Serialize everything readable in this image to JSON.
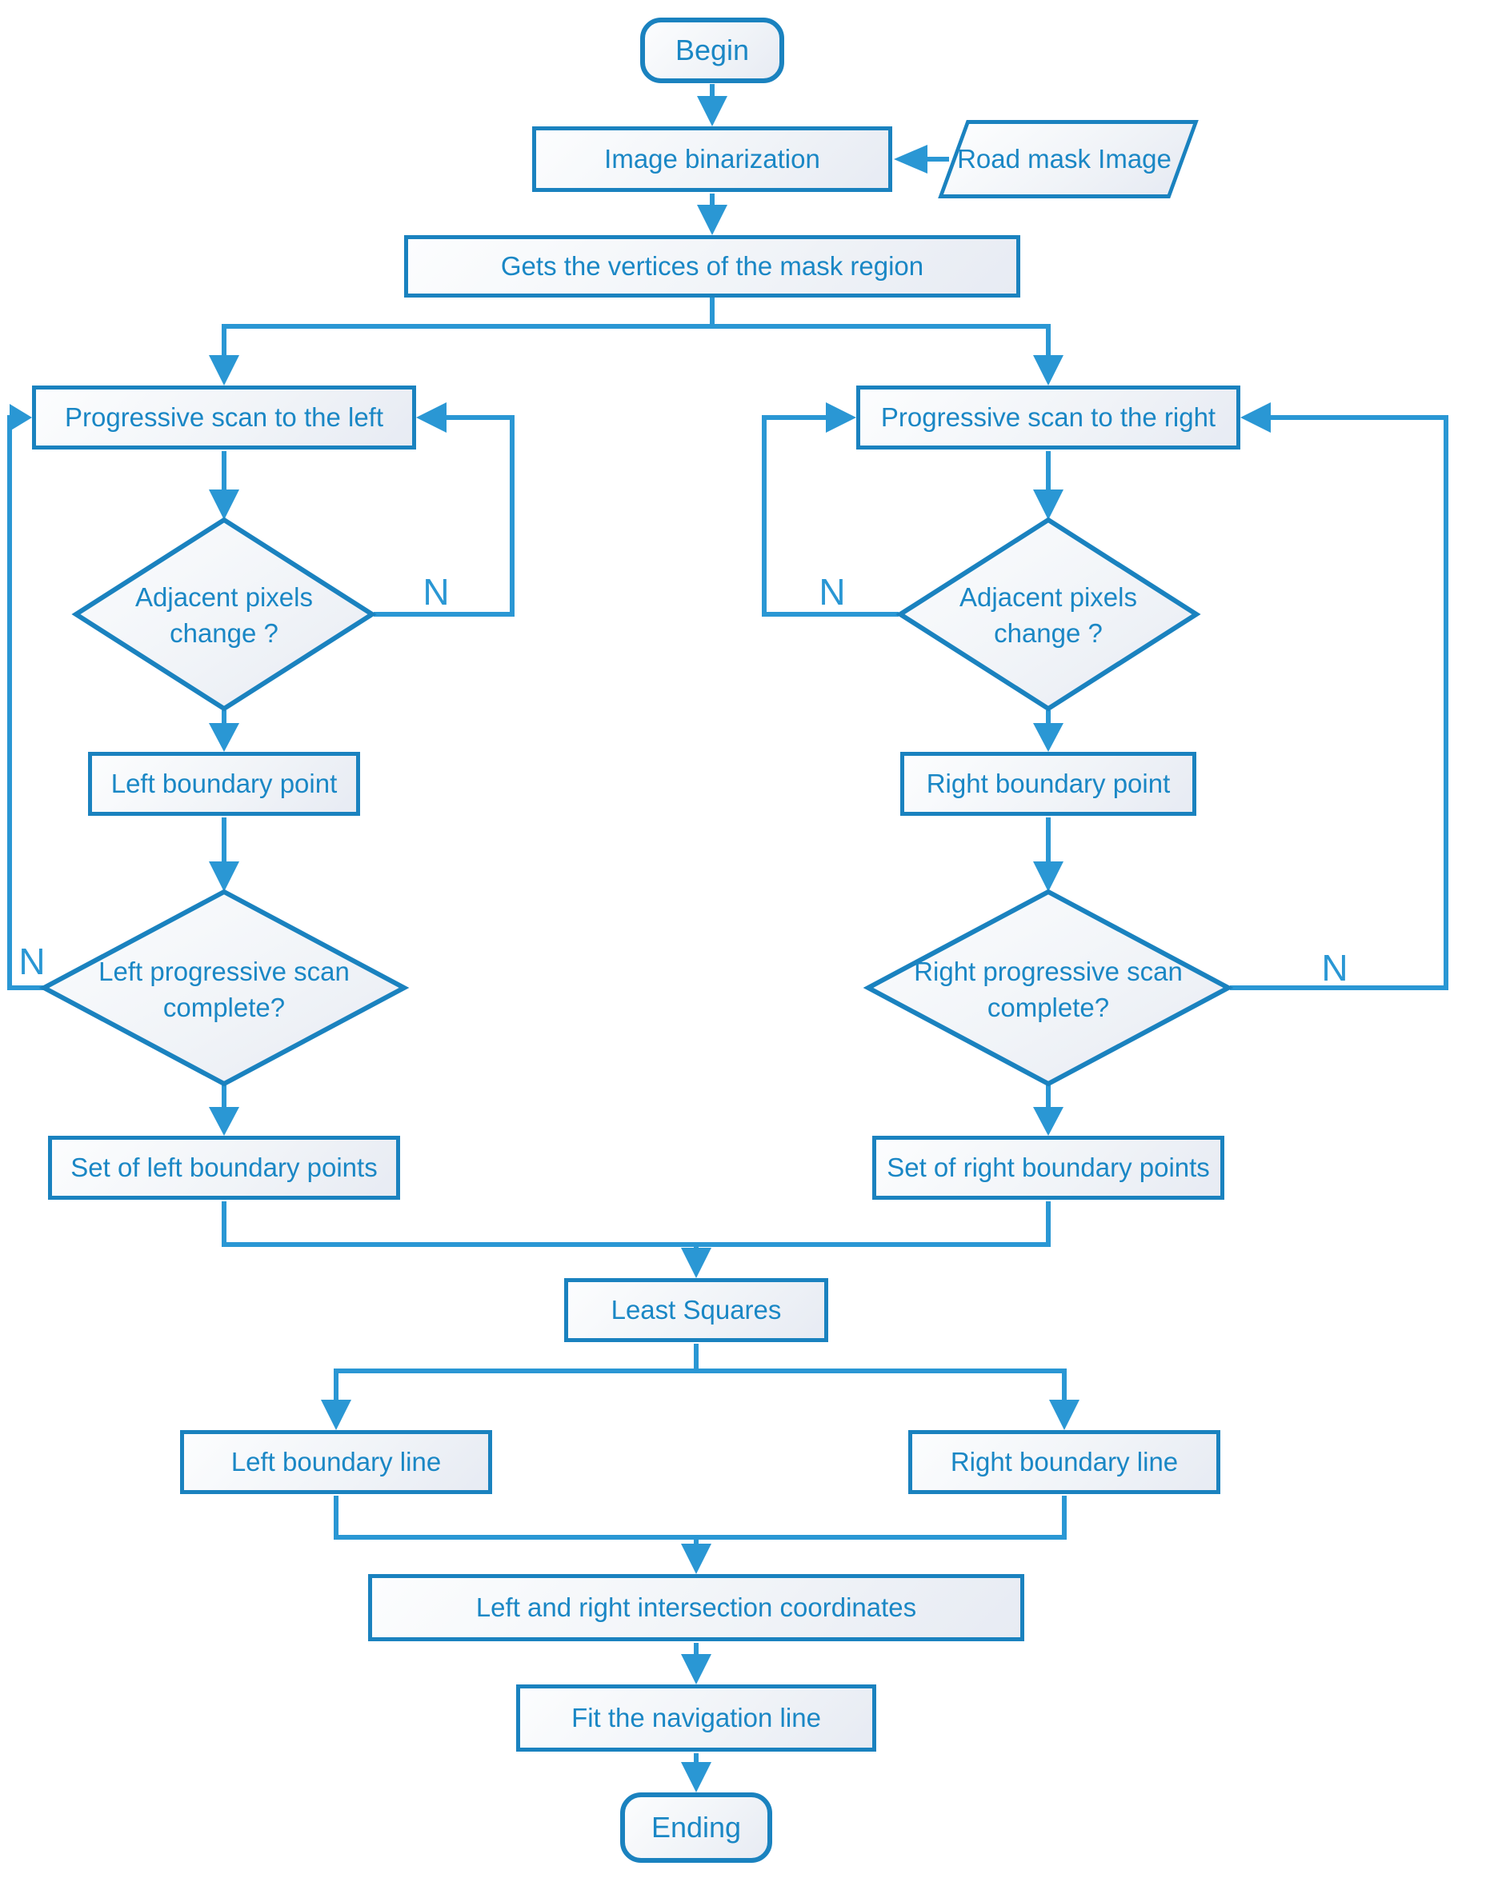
{
  "colors": {
    "border": "#1a82bf",
    "connector": "#2a97d4",
    "text": "#1a87c5",
    "fill_light": "#fcfdfe",
    "fill_dark": "#e7ebf3"
  },
  "labels": {
    "no_branch": "N"
  },
  "nodes": {
    "begin": {
      "label": "Begin",
      "shape": "rounded"
    },
    "image_binarization": {
      "label": "Image binarization",
      "shape": "rect"
    },
    "road_mask_image": {
      "label": "Road mask Image",
      "shape": "parallelogram"
    },
    "gets_vertices": {
      "label": "Gets the vertices of the mask region",
      "shape": "rect"
    },
    "scan_left": {
      "label": "Progressive scan to the left",
      "shape": "rect"
    },
    "scan_right": {
      "label": "Progressive scan to the right",
      "shape": "rect"
    },
    "adjacent_change_left": {
      "label": "Adjacent pixels change ?",
      "shape": "diamond"
    },
    "adjacent_change_right": {
      "label": "Adjacent pixels change ?",
      "shape": "diamond"
    },
    "left_boundary_point": {
      "label": "Left boundary point",
      "shape": "rect"
    },
    "right_boundary_point": {
      "label": "Right boundary point",
      "shape": "rect"
    },
    "left_scan_complete": {
      "label": "Left progressive scan complete?",
      "shape": "diamond"
    },
    "right_scan_complete": {
      "label": "Right progressive scan complete?",
      "shape": "diamond"
    },
    "set_left": {
      "label": "Set of left boundary points",
      "shape": "rect"
    },
    "set_right": {
      "label": "Set of right boundary points",
      "shape": "rect"
    },
    "least_squares": {
      "label": "Least Squares",
      "shape": "rect"
    },
    "left_boundary_line": {
      "label": "Left boundary line",
      "shape": "rect"
    },
    "right_boundary_line": {
      "label": "Right boundary line",
      "shape": "rect"
    },
    "intersection_coordinates": {
      "label": "Left and right intersection coordinates",
      "shape": "rect"
    },
    "fit_navigation_line": {
      "label": "Fit the navigation line",
      "shape": "rect"
    },
    "ending": {
      "label": "Ending",
      "shape": "rounded"
    }
  }
}
